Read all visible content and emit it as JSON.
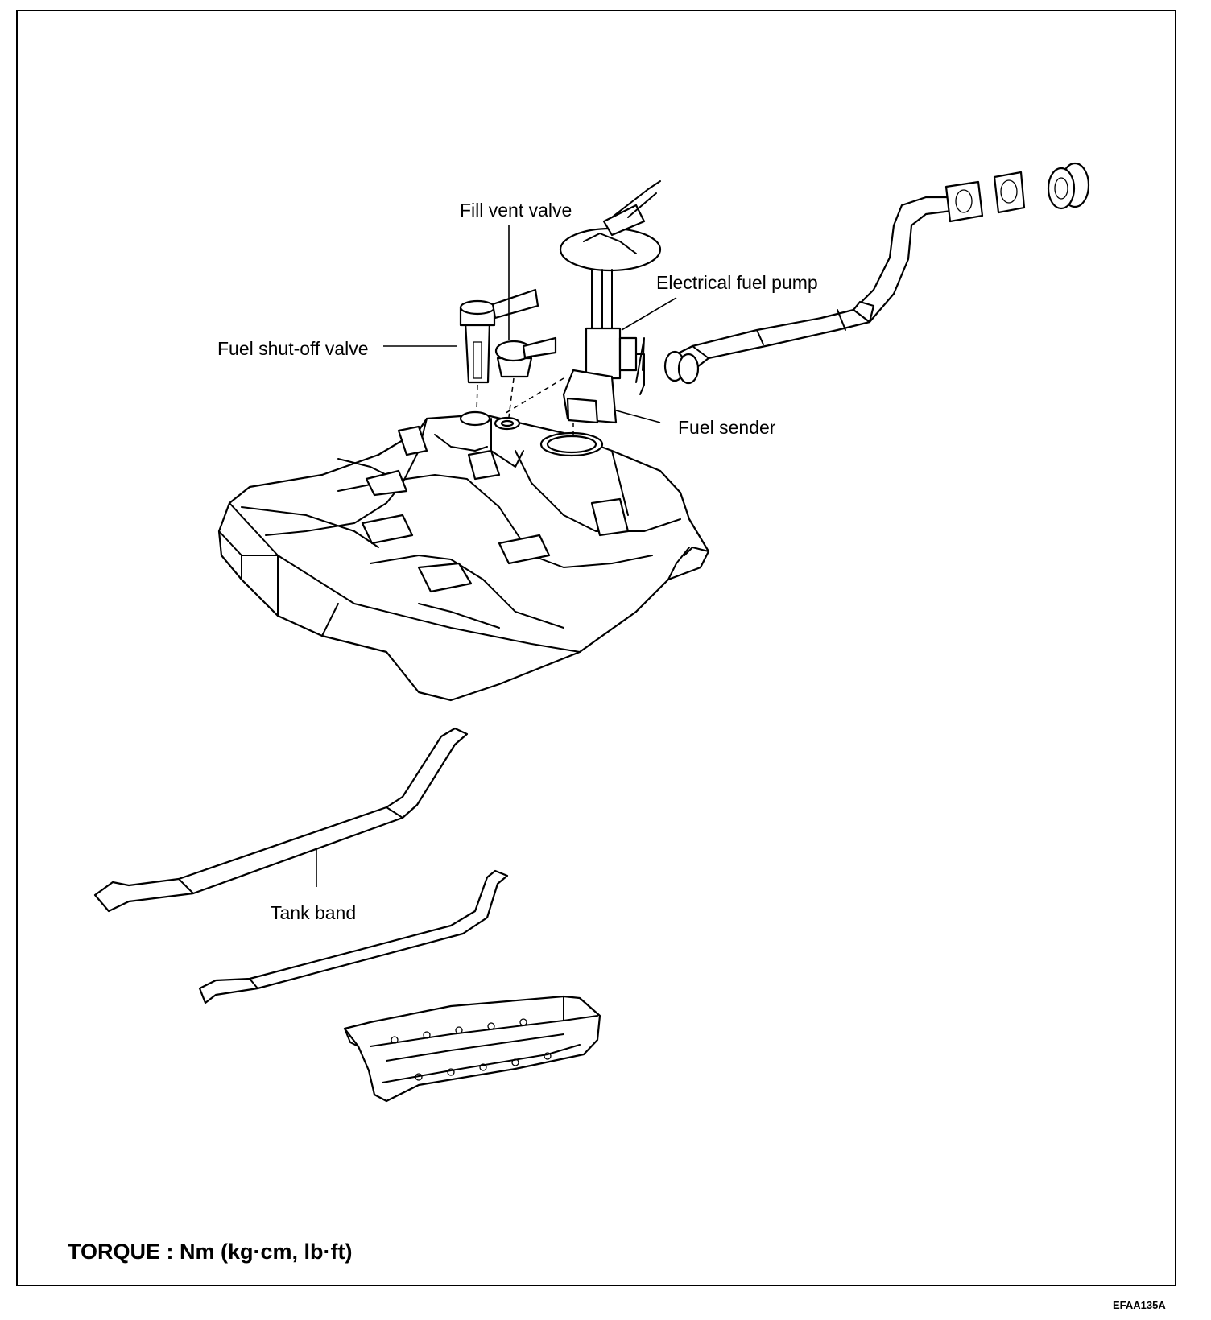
{
  "labels": {
    "fill_vent_valve": "Fill vent valve",
    "electrical_fuel_pump": "Electrical fuel pump",
    "fuel_shutoff_valve": "Fuel shut-off valve",
    "fuel_sender": "Fuel sender",
    "tank_band": "Tank band"
  },
  "torque_note": "TORQUE : Nm (kg·cm, lb·ft)",
  "figure_code": "EFAA135A"
}
